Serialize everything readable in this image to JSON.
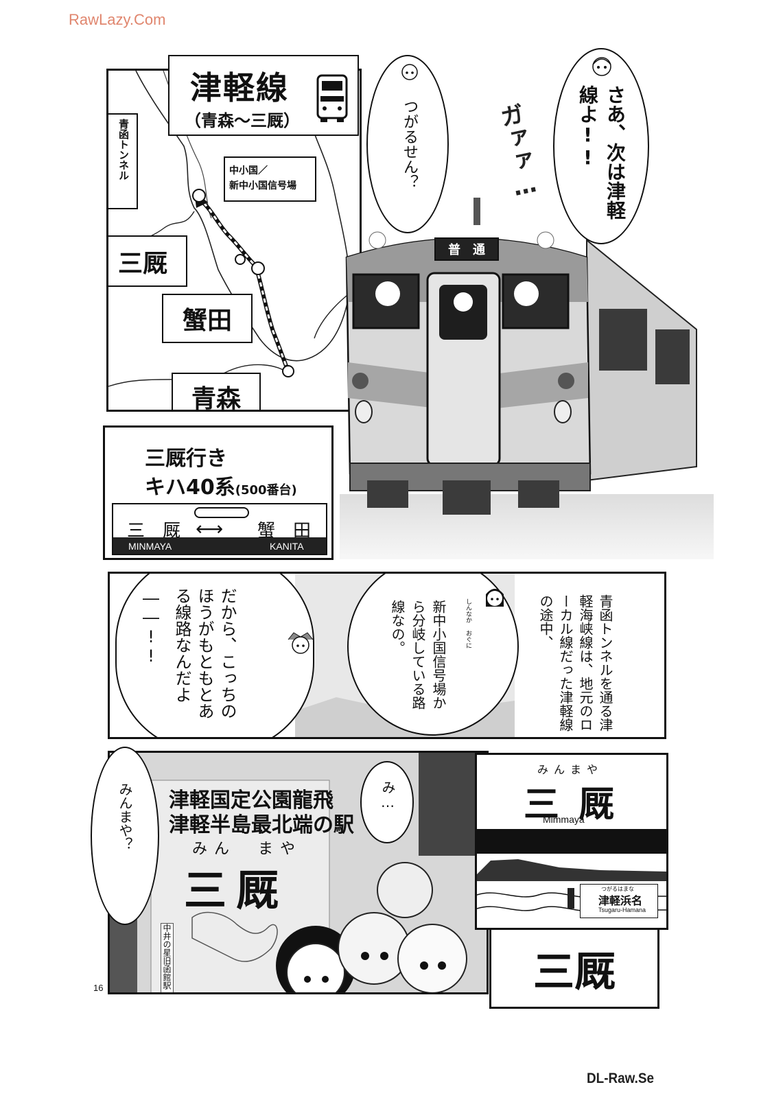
{
  "watermarks": {
    "top": "RawLazy.Com",
    "bottom": "DL-Raw.Se"
  },
  "map_panel": {
    "title": "津軽線",
    "subtitle": "（青森〜三厩）",
    "tunnel_label": "青函トンネル",
    "junction_label_1": "中小国／",
    "junction_label_2": "新中小国信号場",
    "station_minmaya": "三厩",
    "station_kanita": "蟹田",
    "station_aomori": "青森"
  },
  "train_info": {
    "line1": "三厩行き",
    "line2_main": "キハ40系",
    "line2_sub": "(500番台)",
    "sign_left": "三　厩",
    "sign_right": "蟹　田",
    "sign_left_roman": "MINMAYA",
    "sign_right_roman": "KANITA"
  },
  "train_panel": {
    "destination_sign": "普　通",
    "sfx": "ガァァ…",
    "bubble_right": "さあ、次は津軽線よ!!",
    "bubble_left": "つがるせん？"
  },
  "middle_panel": {
    "right_text": "青函トンネルを通る津軽海峡線は、地元のローカル線だった津軽線の途中、",
    "mid_text": "新中小国信号場から分岐している路線なの。",
    "mid_ruby": "しんなか おぐに",
    "left_text": "だから、こっちのほうがもともとある線路なんだよ",
    "exclaim": "――!!"
  },
  "bottom_panel": {
    "board_line1": "津軽国定公園龍飛",
    "board_line2": "津軽半島最北端の駅",
    "board_ruby": "みん　まや",
    "board_station": "三厩",
    "board_small": "中井の星旧函館駅",
    "bubble_mi": "み…",
    "bubble_minmaya": "みんまや？",
    "page_number": "16"
  },
  "station_sign": {
    "ruby": "みんまや",
    "name": "三厩",
    "roman": "Mimmaya",
    "next_ruby": "つがるはまな",
    "next_name": "津軽浜名",
    "next_roman": "Tsugaru-Hamana",
    "caption": "三厩"
  }
}
